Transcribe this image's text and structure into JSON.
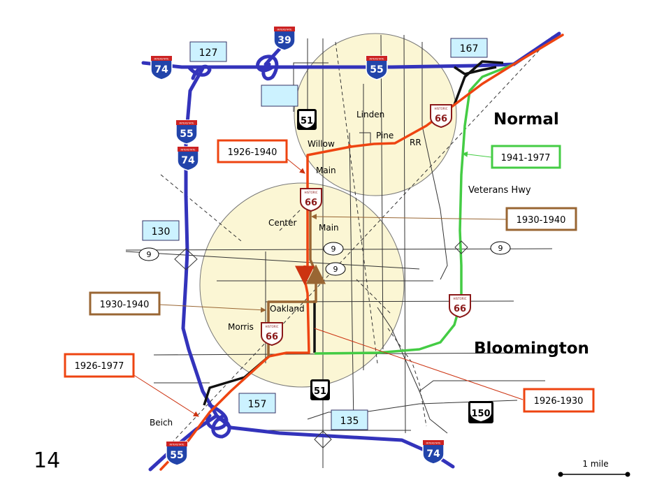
{
  "page_number": "14",
  "cities": {
    "normal": "Normal",
    "bloomington": "Bloomington"
  },
  "streets": {
    "linden": "Linden",
    "pine": "Pine",
    "rr": "RR",
    "willow": "Willow",
    "main_north": "Main",
    "center": "Center",
    "main_south": "Main",
    "oakland": "Oakland",
    "morris": "Morris",
    "beich": "Beich",
    "veterans": "Veterans Hwy"
  },
  "exits": {
    "e127": "127",
    "e167": "167",
    "e130": "130",
    "e157": "157",
    "e135": "135",
    "unlabeled": ""
  },
  "route_dates": {
    "d1926_1940": "1926-1940",
    "d1941_1977": "1941-1977",
    "d1930_1940_east": "1930-1940",
    "d1930_1940_west": "1930-1940",
    "d1926_1977": "1926-1977",
    "d1926_1930": "1926-1930"
  },
  "shields": {
    "i74": "74",
    "i39": "39",
    "i55": "55",
    "interstate_caption": "INTERSTATE",
    "us51": "51",
    "us150": "150",
    "route66": "66",
    "historic_caption": "HISTORIC",
    "state9": "9"
  },
  "scale_bar": {
    "label": "1 mile"
  },
  "colors": {
    "interstate": "#3333bb",
    "route_1926": "#ee4411",
    "route_1930": "#996633",
    "route_1941": "#44cc44",
    "city_fill": "#fbf6d4",
    "exit_fill": "#ccf2ff"
  }
}
